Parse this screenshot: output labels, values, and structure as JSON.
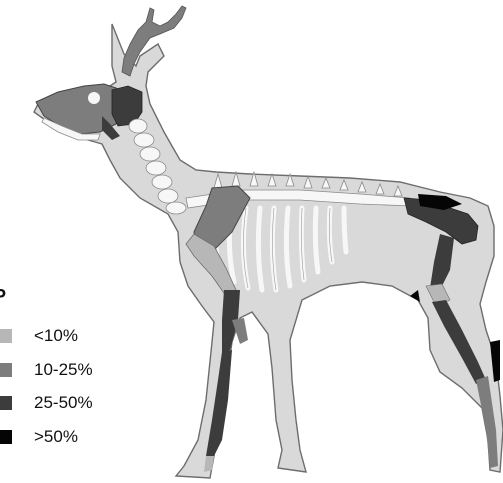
{
  "legend": {
    "title": "P",
    "items": [
      {
        "label": "<10%",
        "color": "#b7b7b7"
      },
      {
        "label": "10-25%",
        "color": "#7d7d7d"
      },
      {
        "label": "25-50%",
        "color": "#3c3c3c"
      },
      {
        "label": ">50%",
        "color": "#050505"
      }
    ]
  },
  "colors": {
    "body": "#d9d9d9",
    "outline": "#6d6d6d",
    "bone": "#f7f7f7",
    "bone_outline": "#8a8a8a"
  }
}
